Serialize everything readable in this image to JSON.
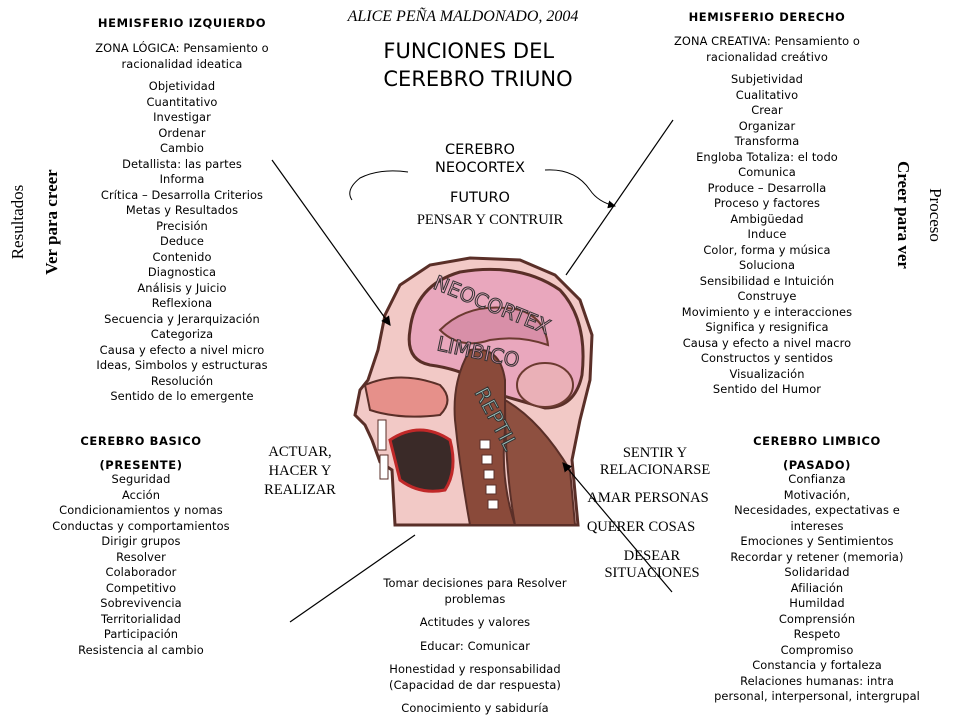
{
  "author": "ALICE PEÑA MALDONADO, 2004",
  "title": [
    "FUNCIONES DEL",
    "CEREBRO TRIUNO"
  ],
  "neocortex_label": [
    "CEREBRO",
    "NEOCORTEX"
  ],
  "futuro": "FUTURO",
  "pensar": "PENSAR Y CONTRUIR",
  "left": {
    "header": "HEMISFERIO IZQUIERDO",
    "zona": [
      "ZONA LÓGICA:  Pensamiento o",
      "racionalidad ideatica"
    ],
    "items": [
      "Objetividad",
      "Cuantitativo",
      "Investigar",
      "Ordenar",
      "Cambio",
      "Detallista:  las partes",
      "Informa",
      "Crítica – Desarrolla Criterios",
      "Metas y Resultados",
      "Precisión",
      "Deduce",
      "Contenido",
      "Diagnostica",
      "Análisis y Juicio",
      "Reflexiona",
      "Secuencia y Jerarquización",
      "Categoriza",
      "Causa y efecto a nivel micro",
      "Ideas, Simbolos y estructuras",
      "Resolución",
      "Sentido de lo emergente"
    ],
    "vertical_outer": "Resultados",
    "vertical_inner": "Ver para creer"
  },
  "right": {
    "header": "HEMISFERIO DERECHO",
    "zona": [
      "ZONA CREATIVA:  Pensamiento o",
      "racionalidad creátivo"
    ],
    "items": [
      "Subjetividad",
      "Cualitativo",
      "Crear",
      "Organizar",
      "Transforma",
      "Engloba Totaliza:  el todo",
      "Comunica",
      "Produce – Desarrolla",
      "Proceso y factores",
      "Ambigüedad",
      "Induce",
      "Color, forma y música",
      "Soluciona",
      "Sensibilidad  e Intuición",
      "Construye",
      "Movimiento y e interacciones",
      "Significa y resignifica",
      "Causa y efecto a nivel macro",
      "Constructos y sentidos",
      "Visualización",
      "Sentido del Humor"
    ],
    "vertical_inner": "Creer para ver",
    "vertical_outer": "Proceso"
  },
  "basico": {
    "header": "CEREBRO BASICO",
    "sub": "(PRESENTE)",
    "items": [
      "Seguridad",
      "Acción",
      "Condicionamientos  y nomas",
      "Conductas y comportamientos",
      "Dirigir grupos",
      "Resolver",
      "Colaborador",
      "Competitivo",
      "Sobrevivencia",
      "Territorialidad",
      "Participación",
      "Resistencia al cambio"
    ]
  },
  "actuar": [
    "ACTUAR,",
    "HACER Y",
    "REALIZAR"
  ],
  "limbico": {
    "header": "CEREBRO LIMBICO",
    "sub": "(PASADO)",
    "items": [
      "Confianza",
      "Motivación,",
      "Necesidades, expectativas e",
      "intereses",
      "Emociones y Sentimientos",
      "Recordar y retener (memoria)",
      "Solidaridad",
      "Afiliación",
      "Humildad",
      "Comprensión",
      "Respeto",
      "Compromiso",
      "Constancia y fortaleza",
      "Relaciones humanas: intra",
      "personal, interpersonal, intergrupal"
    ]
  },
  "sentir": {
    "a": [
      "SENTIR Y",
      "RELACIONARSE"
    ],
    "b": "AMAR PERSONAS",
    "c": "QUERER COSAS",
    "d": [
      "DESEAR",
      "SITUACIONES"
    ]
  },
  "bottom": [
    "Tomar decisiones para Resolver",
    "problemas",
    "Actitudes y valores",
    "Educar:  Comunicar",
    "Honestidad  y responsabilidad",
    "(Capacidad de dar respuesta)",
    "Conocimiento  y sabiduría"
  ],
  "head_labels": {
    "neocortex": "NEOCORTEX",
    "limbico": "LIMBICO",
    "reptil": "REPTIL"
  }
}
